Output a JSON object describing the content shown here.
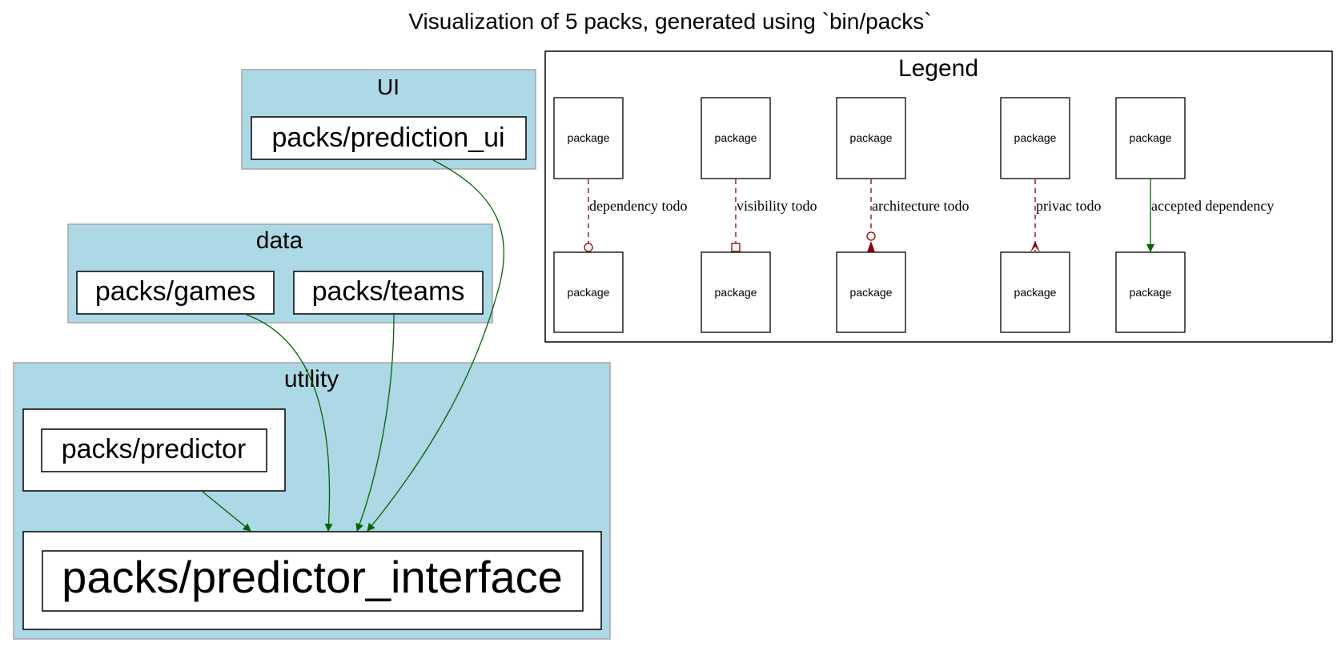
{
  "title": "Visualization of 5 packs, generated using `bin/packs`",
  "colors": {
    "cluster_fill": "#add8e6",
    "cluster_border": "#a6a6a6",
    "accepted_edge": "#006400",
    "todo_edge": "#8b0000"
  },
  "clusters": {
    "ui": {
      "label": "UI"
    },
    "data": {
      "label": "data"
    },
    "utility": {
      "label": "utility"
    }
  },
  "packs": {
    "prediction_ui": "packs/prediction_ui",
    "games": "packs/games",
    "teams": "packs/teams",
    "predictor": "packs/predictor",
    "predictor_interface": "packs/predictor_interface"
  },
  "edges": [
    {
      "from": "packs/prediction_ui",
      "to": "packs/predictor_interface",
      "kind": "accepted dependency"
    },
    {
      "from": "packs/games",
      "to": "packs/predictor_interface",
      "kind": "accepted dependency"
    },
    {
      "from": "packs/teams",
      "to": "packs/predictor_interface",
      "kind": "accepted dependency"
    },
    {
      "from": "packs/predictor",
      "to": "packs/predictor_interface",
      "kind": "accepted dependency"
    }
  ],
  "legend": {
    "title": "Legend",
    "node_label": "package",
    "items": [
      {
        "label": "dependency todo",
        "style": "dashed",
        "arrowhead": "odot"
      },
      {
        "label": "visibility todo",
        "style": "dashed",
        "arrowhead": "obox"
      },
      {
        "label": "architecture todo",
        "style": "dashed",
        "arrowhead": "odot-normal"
      },
      {
        "label": "privac todo",
        "style": "dashed",
        "arrowhead": "crow"
      },
      {
        "label": "accepted dependency",
        "style": "solid",
        "arrowhead": "normal"
      }
    ]
  }
}
